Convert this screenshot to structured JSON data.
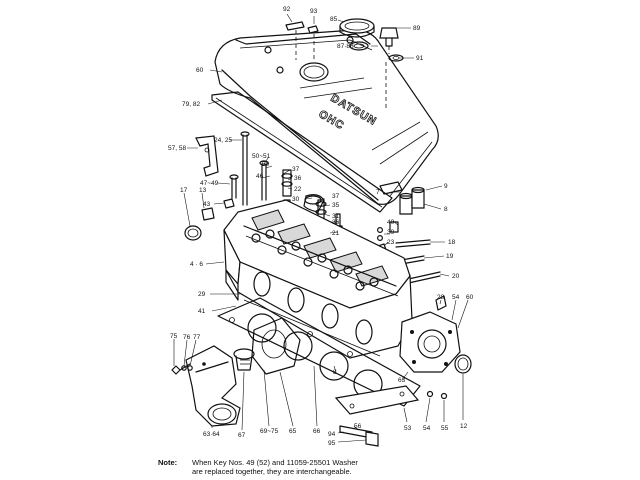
{
  "diagram": {
    "stamp_text": "DATSUN",
    "stamp_text_2": "OHC",
    "labels": [
      "92",
      "93",
      "85",
      "89",
      "87·88",
      "91",
      "60",
      "79, 82",
      "24, 25",
      "57, 58",
      "50~51",
      "50",
      "37",
      "36",
      "22",
      "47~49",
      "46",
      "13",
      "17",
      "43",
      "30",
      "37",
      "35",
      "31",
      "36",
      "21",
      "9",
      "7",
      "8",
      "40",
      "39",
      "23",
      "18",
      "19",
      "4 · 6",
      "20",
      "29",
      "41",
      "28",
      "54",
      "60",
      "75",
      "76",
      "77",
      "8",
      "63",
      "12",
      "53",
      "54",
      "55",
      "63·64",
      "67",
      "69~75",
      "65",
      "66",
      "94",
      "95",
      "56"
    ]
  },
  "note": {
    "label": "Note:",
    "line1": "When Key Nos. 49 (52) and 11059-25501 Washer",
    "line2": "are replaced together, they are interchangeable."
  }
}
